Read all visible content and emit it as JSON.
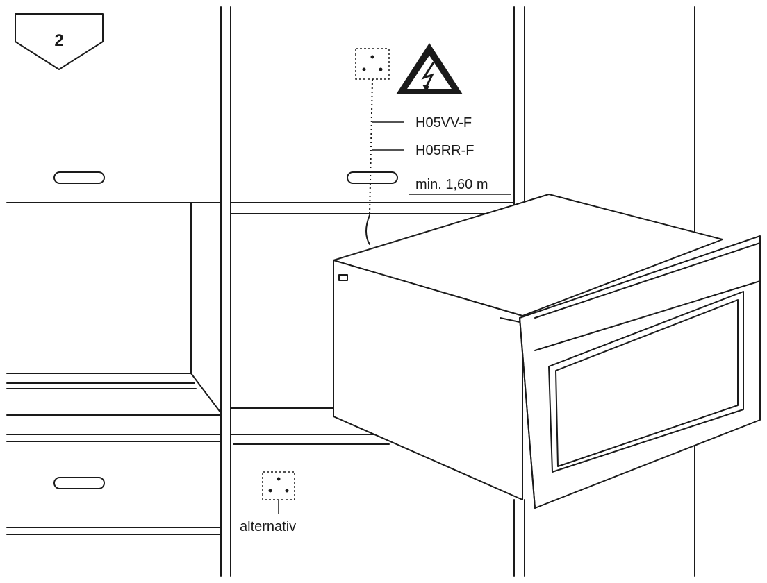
{
  "step": {
    "number": "2"
  },
  "labels": {
    "cable_type_1": "H05VV-F",
    "cable_type_2": "H05RR-F",
    "cable_length": "min. 1,60 m",
    "alternative_socket": "alternativ"
  },
  "colors": {
    "line": "#1a1a1a",
    "background": "#ffffff"
  },
  "icons": {
    "warning": "electric-hazard-triangle-icon",
    "socket_primary": "power-socket-icon",
    "socket_alternative": "power-socket-icon"
  }
}
